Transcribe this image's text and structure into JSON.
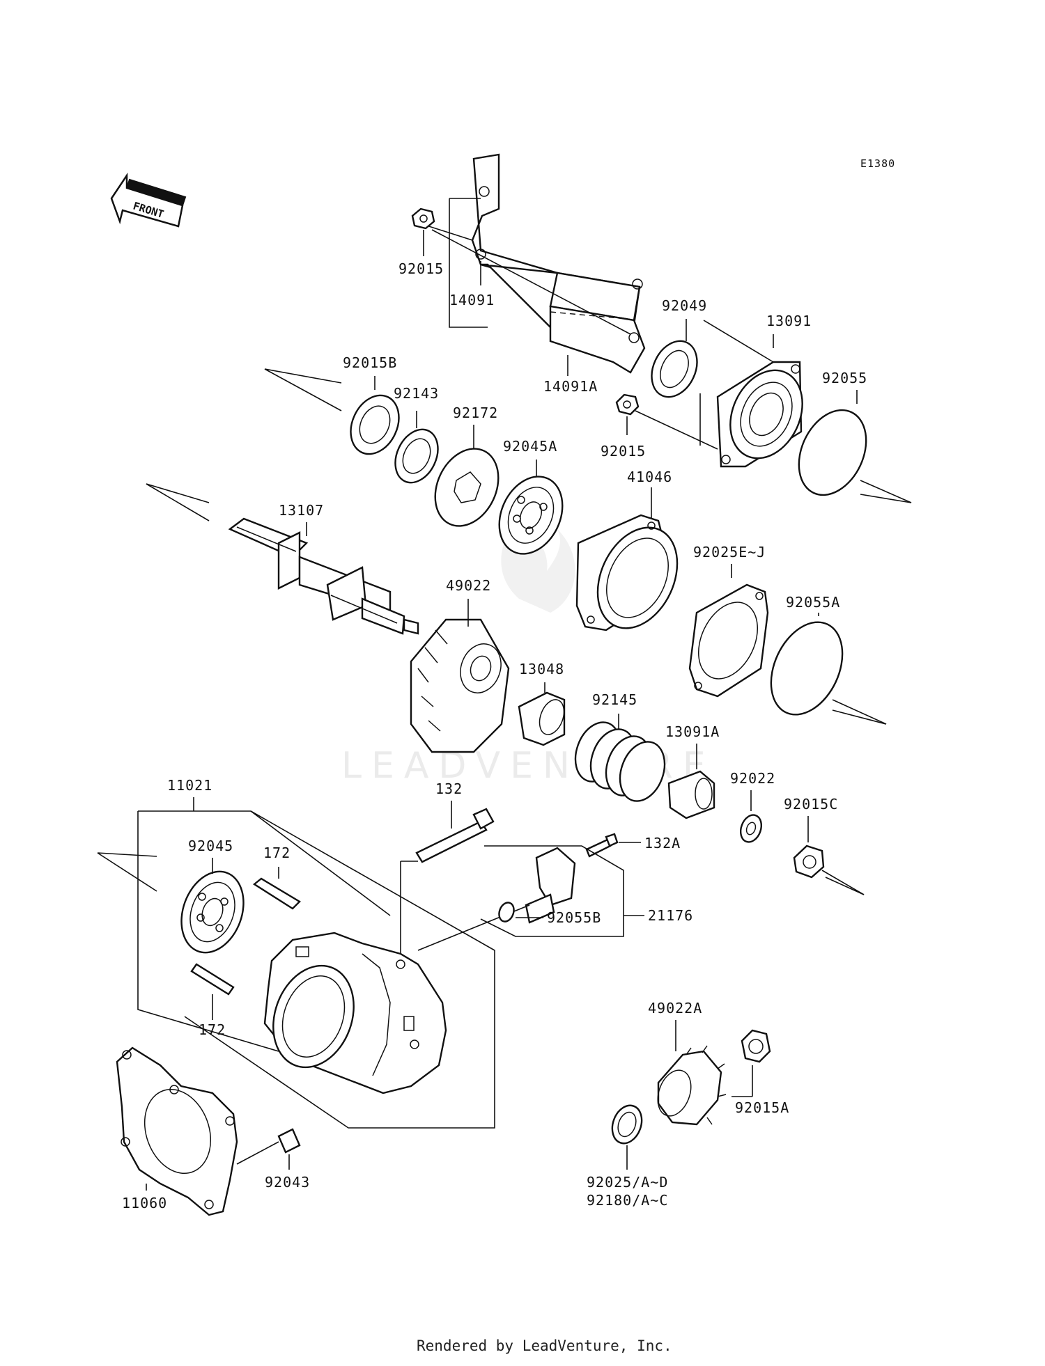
{
  "diagram_code": "E1380",
  "front_label": "FRONT",
  "watermark": "LEADVENTURE",
  "footer": "Rendered by LeadVenture, Inc.",
  "labels": {
    "p92015_top": "92015",
    "p14091": "14091",
    "p92049": "92049",
    "p13091": "13091",
    "p14091A": "14091A",
    "p92015B": "92015B",
    "p92143": "92143",
    "p92172": "92172",
    "p92045A": "92045A",
    "p92015_mid": "92015",
    "p92055": "92055",
    "p41046": "41046",
    "p13107": "13107",
    "p92025EJ": "92025E~J",
    "p49022": "49022",
    "p92055A": "92055A",
    "p13048": "13048",
    "p92145": "92145",
    "p13091A": "13091A",
    "p11021": "11021",
    "p132": "132",
    "p92022": "92022",
    "p92015C": "92015C",
    "p92045": "92045",
    "p172_top": "172",
    "p132A": "132A",
    "p92055B": "92055B",
    "p21176": "21176",
    "p172_bot": "172",
    "p49022A": "49022A",
    "p92015A": "92015A",
    "p11060": "11060",
    "p92043": "92043",
    "p92025AD": "92025/A~D",
    "p92180AC": "92180/A~C"
  }
}
